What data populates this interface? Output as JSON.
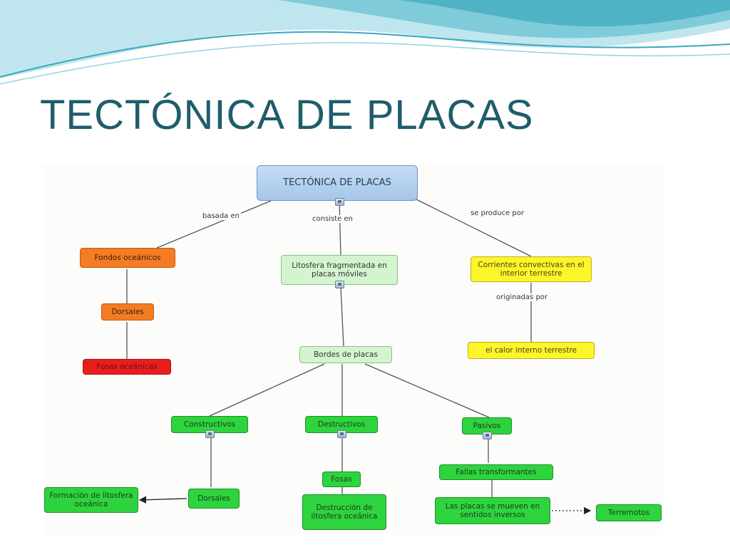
{
  "slide": {
    "title": "TECTÓNICA DE PLACAS"
  },
  "colors": {
    "title": "#1f5d6b",
    "header_wave_light": "#bfe6ee",
    "header_wave_teal": "#4fb3c6",
    "root_node": "#a5c6ea",
    "orange_node": "#f47c22",
    "red_node": "#e81e1e",
    "light_green_node": "#d3f4cf",
    "yellow_node": "#fbf52a",
    "green_node": "#2ed43d"
  },
  "concept_map": {
    "root": "TECTÓNICA DE PLACAS",
    "links": {
      "basada_en": "basada en",
      "consiste_en": "consiste en",
      "se_produce_por": "se produce por",
      "originadas_por": "originadas por"
    },
    "left_branch": {
      "fondos": "Fondos oceánicos",
      "dorsales": "Dorsales",
      "fosas": "Fosas oceánicas"
    },
    "center_branch": {
      "litosfera": "Litosfera fragmentada en placas móviles",
      "bordes": "Bordes de placas"
    },
    "right_branch": {
      "corrientes": "Corrientes convectivas en el interior terrestre",
      "calor": "el calor interno terrestre"
    },
    "borders": {
      "constructivos": "Constructivos",
      "destructivos": "Destructivos",
      "pasivos": "Pasivos"
    },
    "lower": {
      "formacion": "Formación de litosfera oceánica",
      "dorsales": "Dorsales",
      "fosas": "Fosas",
      "destruccion": "Destrucción de litosfera oceánica",
      "fallas": "Fallas transformantes",
      "placas_mueven": "Las placas se mueven en sentidos inversos",
      "terremotos": "Terremotos"
    }
  }
}
